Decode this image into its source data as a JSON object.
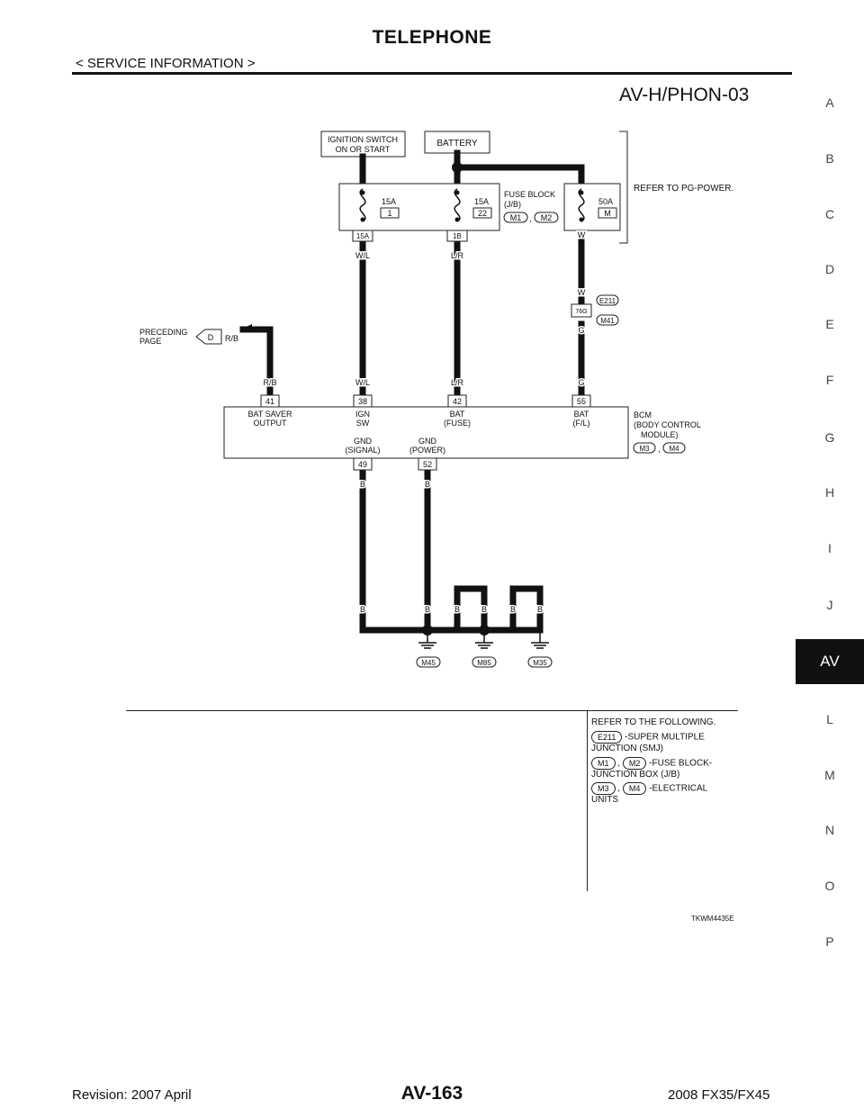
{
  "header": {
    "title": "TELEPHONE",
    "subtitle": "< SERVICE INFORMATION >"
  },
  "diagram_code": "AV-H/PHON-03",
  "side_tabs": [
    "A",
    "B",
    "C",
    "D",
    "E",
    "F",
    "G",
    "H",
    "I",
    "J",
    "AV",
    "L",
    "M",
    "N",
    "O",
    "P"
  ],
  "active_tab": "AV",
  "diagram": {
    "ignition": {
      "line1": "IGNITION SWITCH",
      "line2": "ON OR START"
    },
    "battery": "BATTERY",
    "refer_pg": "REFER TO PG-POWER.",
    "fuse_block": {
      "line1": "FUSE BLOCK",
      "line2": "(J/B)",
      "conn1": "M1",
      "conn2": "M2",
      "sep": ","
    },
    "fuses": [
      {
        "amp": "15A",
        "num": "1",
        "terminal": "15A",
        "wire": "W/L"
      },
      {
        "amp": "15A",
        "num": "22",
        "terminal": "1B",
        "wire": "L/R"
      },
      {
        "amp": "50A",
        "num": "M",
        "wire": "W"
      }
    ],
    "smj": {
      "wire_in": "W",
      "conn": "E211",
      "terminal": "76G",
      "conn2": "M41",
      "wire_out": "G"
    },
    "preceding": {
      "line1": "PRECEDING",
      "line2": "PAGE",
      "flag": "D",
      "wire": "R/B"
    },
    "bcm_pins_top": [
      {
        "wire": "R/B",
        "pin": "41",
        "line1": "BAT SAVER",
        "line2": "OUTPUT"
      },
      {
        "wire": "W/L",
        "pin": "38",
        "line1": "IGN",
        "line2": "SW"
      },
      {
        "wire": "L/R",
        "pin": "42",
        "line1": "BAT",
        "line2": "(FUSE)"
      },
      {
        "wire": "G",
        "pin": "55",
        "line1": "BAT",
        "line2": "(F/L)"
      }
    ],
    "bcm": {
      "line1": "BCM",
      "line2": "(BODY CONTROL",
      "line3": "MODULE)",
      "conn1": "M3",
      "conn2": "M4",
      "sep": ","
    },
    "bcm_pins_bottom": [
      {
        "line1": "GND",
        "line2": "(SIGNAL)",
        "pin": "49",
        "wire": "B"
      },
      {
        "line1": "GND",
        "line2": "(POWER)",
        "pin": "52",
        "wire": "B"
      }
    ],
    "ground_wires": [
      "B",
      "B",
      "B",
      "B",
      "B",
      "B"
    ],
    "grounds": [
      "M45",
      "M85",
      "M35"
    ]
  },
  "reference": {
    "heading": "REFER TO THE FOLLOWING.",
    "items": [
      {
        "conns": [
          "E211"
        ],
        "desc1": "-SUPER MULTIPLE",
        "desc2": "JUNCTION (SMJ)"
      },
      {
        "conns": [
          "M1",
          "M2"
        ],
        "desc1": "-FUSE BLOCK-",
        "desc2": "JUNCTION BOX (J/B)"
      },
      {
        "conns": [
          "M3",
          "M4"
        ],
        "desc1": "-ELECTRICAL",
        "desc2": "UNITS"
      }
    ],
    "sep": ","
  },
  "diagram_id": "TKWM4435E",
  "footer": {
    "revision": "Revision: 2007 April",
    "page": "AV-163",
    "model": "2008 FX35/FX45"
  }
}
